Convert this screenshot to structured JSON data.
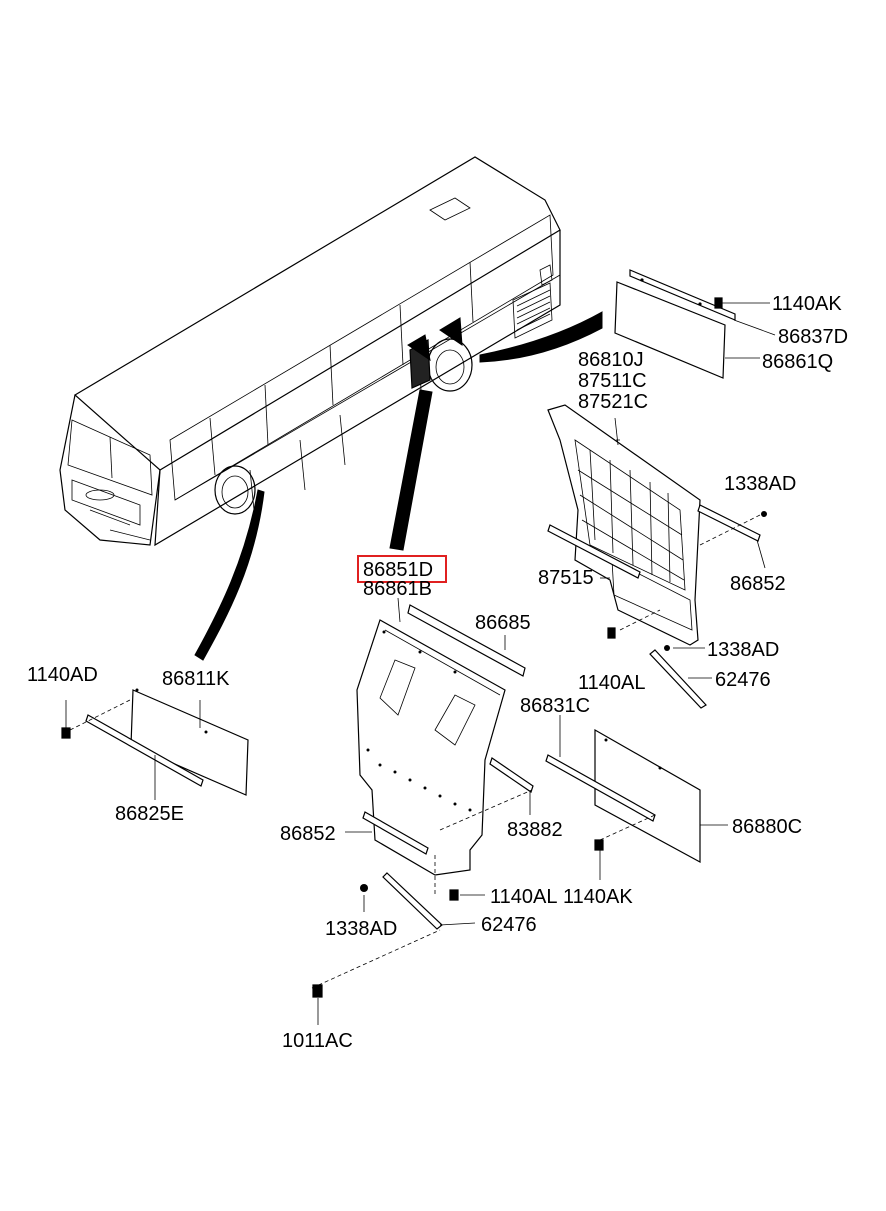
{
  "labels": {
    "p1140AK_top": "1140AK",
    "p86837D": "86837D",
    "p86861Q": "86861Q",
    "p86810J": "86810J",
    "p87511C": "87511C",
    "p87521C": "87521C",
    "p1338AD_r1": "1338AD",
    "p87515": "87515",
    "p86852_r": "86852",
    "p1338AD_r2": "1338AD",
    "p1140AL_r": "1140AL",
    "p62476_r": "62476",
    "p86851D": "86851D",
    "p86861B": "86861B",
    "p86685": "86685",
    "p1140AD": "1140AD",
    "p86811K": "86811K",
    "p86831C": "86831C",
    "p86825E": "86825E",
    "p86852_c": "86852",
    "p83882": "83882",
    "p86880C": "86880C",
    "p1140AL_c": "1140AL",
    "p1140AK_c": "1140AK",
    "p1338AD_c": "1338AD",
    "p62476_c": "62476",
    "p1011AC": "1011AC"
  },
  "highlight": {
    "label": "86851D",
    "color": "#e02020"
  }
}
